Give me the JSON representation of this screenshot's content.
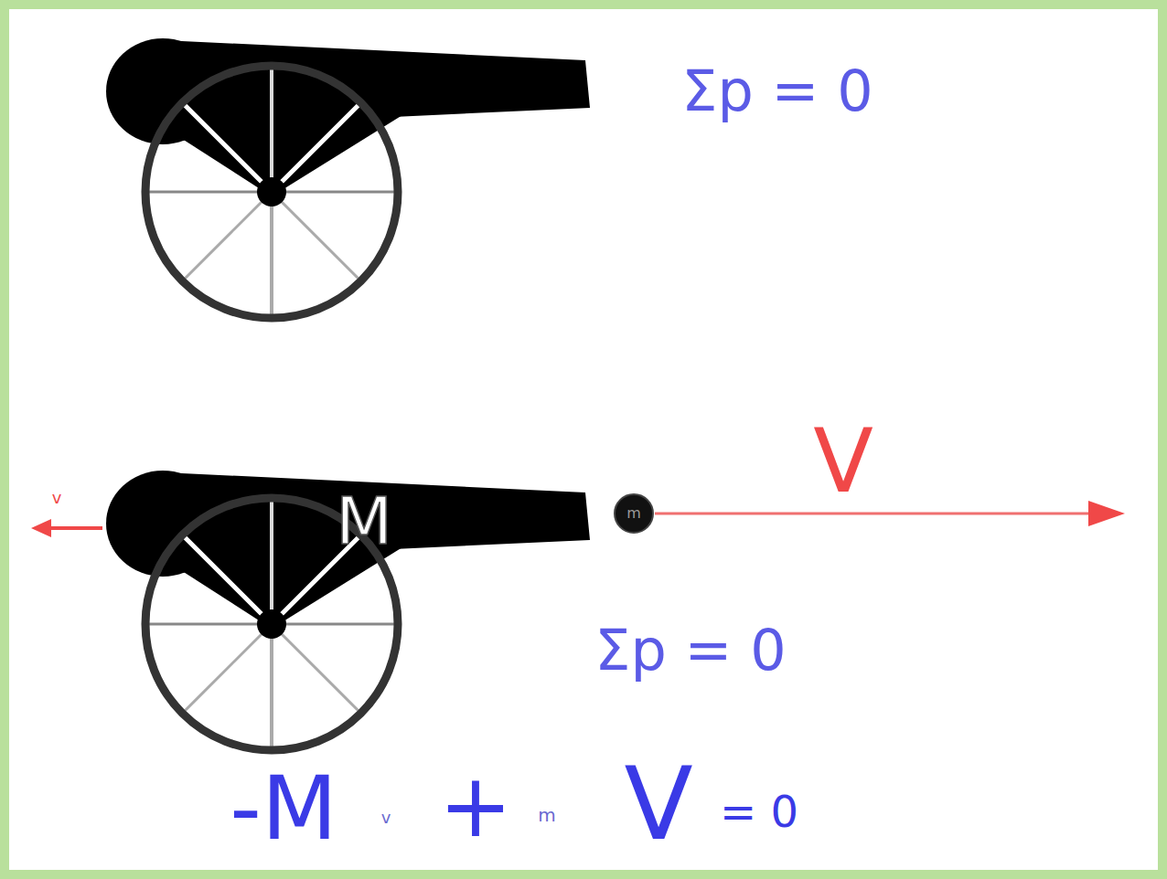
{
  "diagram": {
    "nodes": [
      {
        "text": [
          "m"
        ]
      }
    ],
    "labels": [
      "Σp = 0",
      "v",
      "M",
      "V",
      "Σp = 0",
      "-M",
      "v",
      "+",
      "m",
      "V",
      "= 0"
    ]
  }
}
